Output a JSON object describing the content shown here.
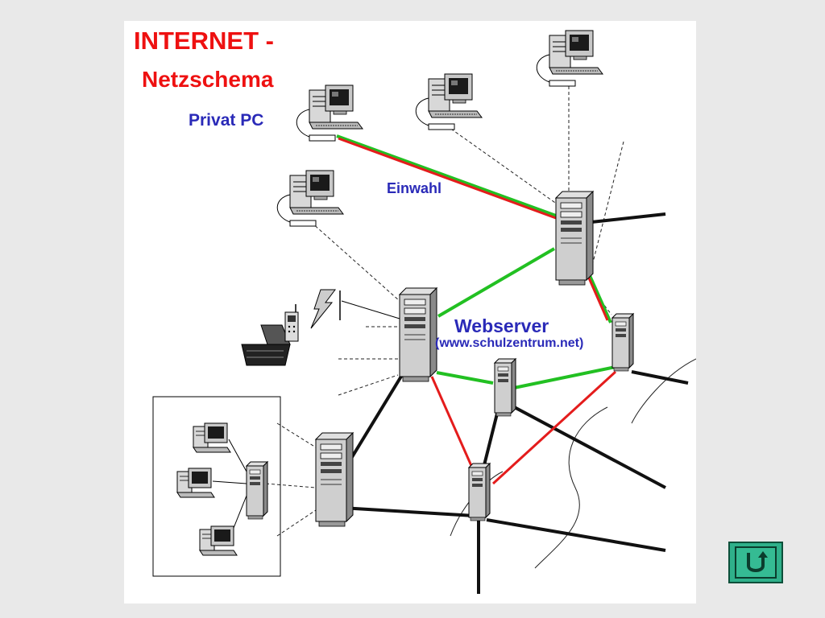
{
  "title": {
    "line1": "INTERNET -",
    "line2": "Netzschema"
  },
  "labels": {
    "private_pc": "Privat PC",
    "dial_in": "Einwahl",
    "webserver": "Webserver",
    "webserver_url": "(www.schulzentrum.net)"
  },
  "colors": {
    "title": "#ee1111",
    "label": "#2a2ab8",
    "path_red": "#e41c1c",
    "path_green": "#22c022",
    "backbone": "#111111",
    "button": "#2fb08a"
  },
  "navigation": {
    "back_icon": "u-turn-arrow-icon"
  }
}
